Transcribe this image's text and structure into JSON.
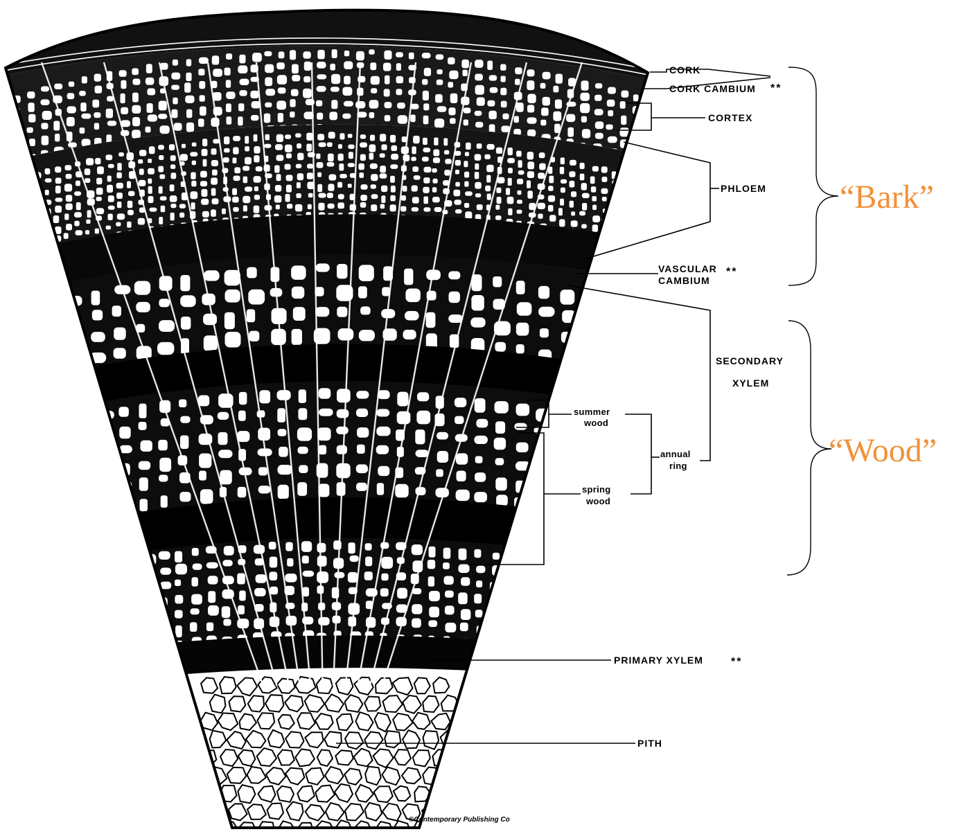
{
  "labels": {
    "cork": "CORK",
    "cork_cambium": "CORK CAMBIUM",
    "cork_cambium_mark": "**",
    "cortex": "CORTEX",
    "phloem": "PHLOEM",
    "vascular_line1": "VASCULAR",
    "vascular_line2": "CAMBIUM",
    "vascular_mark": "**",
    "secondary_line1": "SECONDARY",
    "secondary_line2": "XYLEM",
    "summer_line1": "summer",
    "summer_line2": "wood",
    "annual_line1": "annual",
    "annual_line2": "ring",
    "spring_line1": "spring",
    "spring_line2": "wood",
    "primary_xylem": "PRIMARY XYLEM",
    "primary_mark": "**",
    "pith": "PITH",
    "credit": "©Contemporary Publishing Co"
  },
  "regions": {
    "bark": "“Bark”",
    "wood": "“Wood”"
  },
  "colors": {
    "region_text": "#f0913a",
    "ink": "#000000"
  }
}
